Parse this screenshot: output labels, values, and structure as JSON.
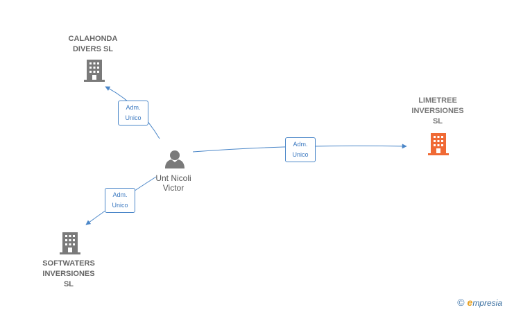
{
  "nodes": {
    "calahonda": {
      "lines": [
        "CALAHONDA",
        "DIVERS  SL"
      ]
    },
    "limetree": {
      "lines": [
        "LIMETREE",
        "INVERSIONES",
        "SL"
      ]
    },
    "softwaters": {
      "lines": [
        "SOFTWATERS",
        "INVERSIONES",
        "SL"
      ]
    },
    "person": {
      "lines": [
        "Unt Nicoli",
        "Victor"
      ]
    }
  },
  "edges": {
    "to_calahonda": {
      "lines": [
        "Adm.",
        "Unico"
      ]
    },
    "to_limetree": {
      "lines": [
        "Adm.",
        "Unico"
      ]
    },
    "to_softwaters": {
      "lines": [
        "Adm.",
        "Unico"
      ]
    }
  },
  "colors": {
    "edge": "#4a86c8",
    "company": "#7a7a7a",
    "focus_company": "#f06a35",
    "person": "#7a7a7a"
  },
  "footer": {
    "copyright": "©",
    "brand_initial": "e",
    "brand_rest": "mpresia"
  }
}
